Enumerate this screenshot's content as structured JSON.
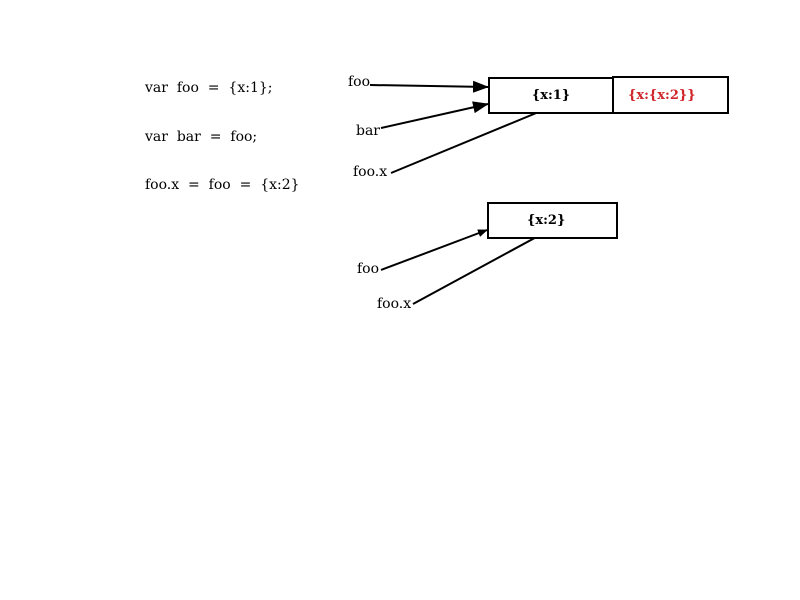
{
  "code": {
    "line1": "var  foo  =  {x:1};",
    "line2": "var  bar  =  foo;",
    "line3": "foo.x  =  foo  =  {x:2}"
  },
  "diagram_top": {
    "labels": {
      "foo": "foo",
      "bar": "bar",
      "foo_x": "foo.x"
    },
    "object_box": "{x:1}",
    "property_box": "{x:{x:2}}",
    "property_box_color": "#d0262a"
  },
  "diagram_bottom": {
    "labels": {
      "foo": "foo",
      "foo_x": "foo.x"
    },
    "object_box": "{x:2}"
  }
}
